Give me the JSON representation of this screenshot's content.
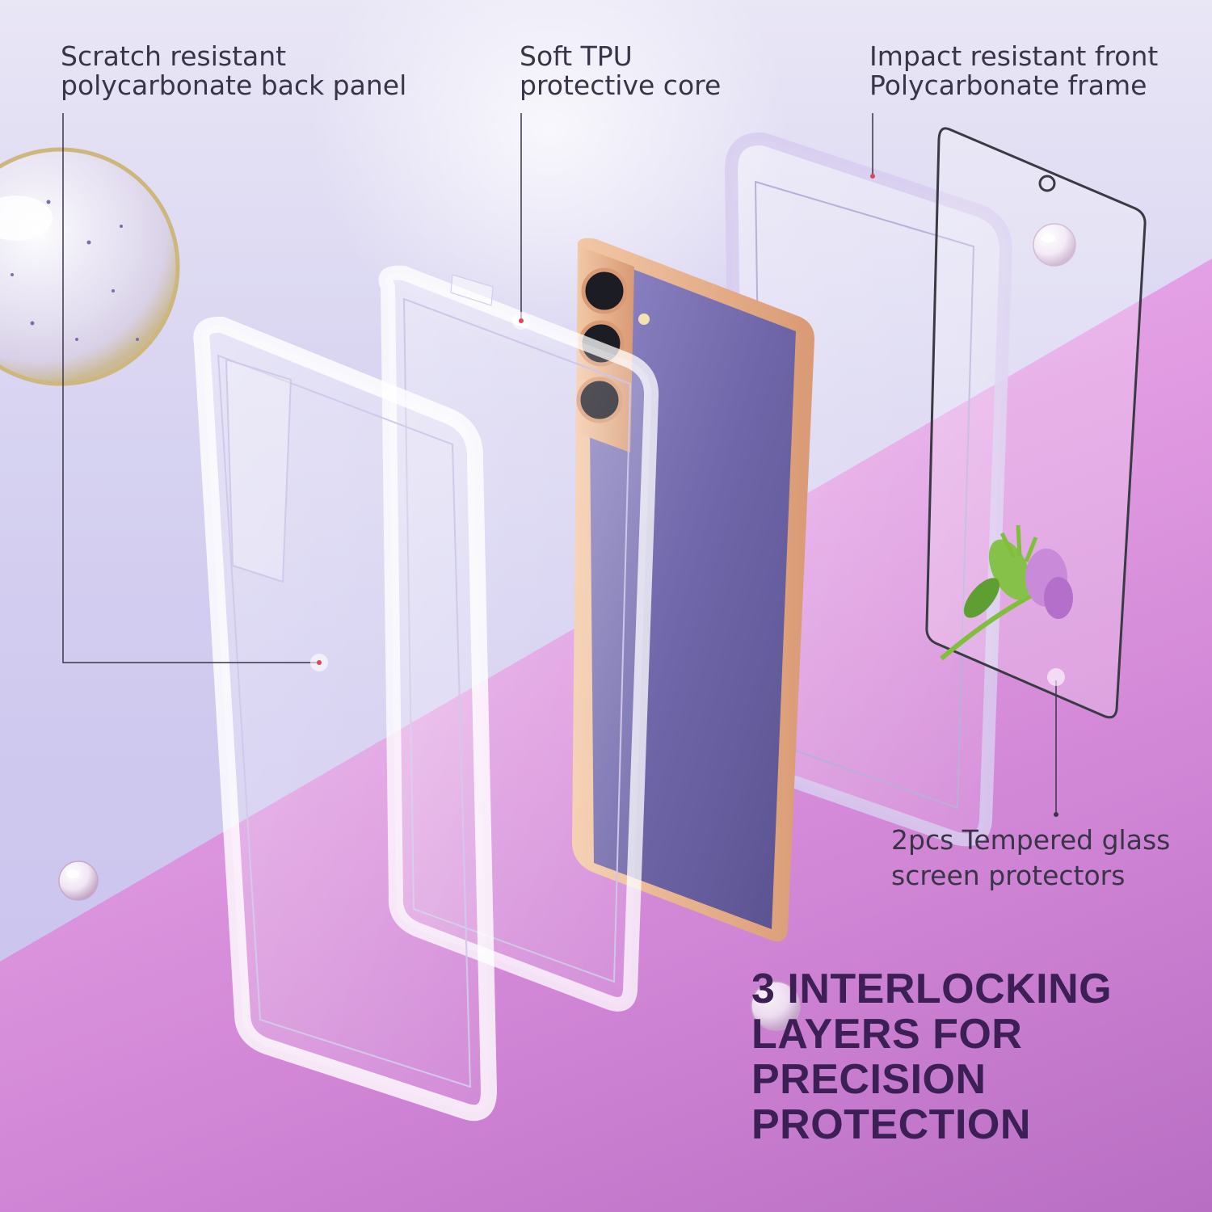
{
  "callouts": {
    "back_panel": {
      "line1": "Scratch resistant",
      "line2": "polycarbonate back panel"
    },
    "tpu_core": {
      "line1": "Soft TPU",
      "line2": "protective core"
    },
    "front_frame": {
      "line1": "Impact resistant front",
      "line2": "Polycarbonate frame"
    },
    "screen_protectors": {
      "line1": "2pcs Tempered glass",
      "line2": "screen protectors"
    }
  },
  "headline": {
    "line1": "3 INTERLOCKING",
    "line2": "LAYERS FOR",
    "line3": "PRECISION",
    "line4": "PROTECTION"
  },
  "colors": {
    "background_top": "#e9e6f6",
    "floor_pink": "#e6a3e6",
    "phone_purple": "#6e66a8",
    "phone_gold": "#e8b38f",
    "headline_text": "#3b1f55",
    "callout_text": "#3a3448"
  },
  "icons": [
    "bubble",
    "flower",
    "phone",
    "glass-protector"
  ]
}
